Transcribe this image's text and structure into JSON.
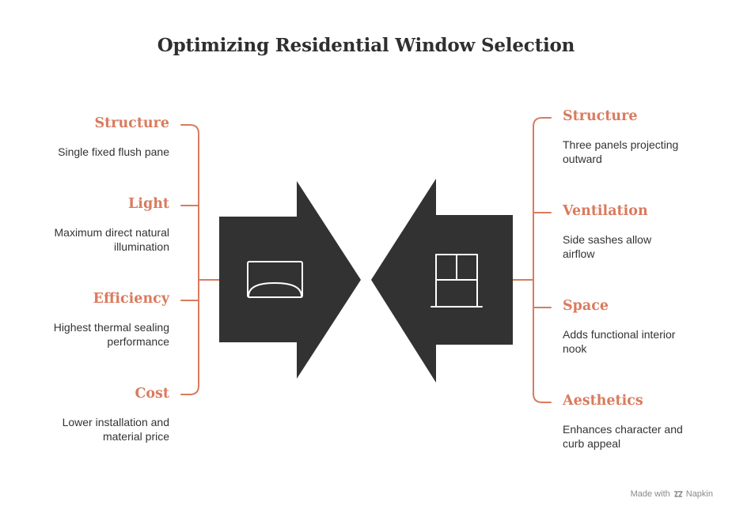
{
  "title": "Optimizing Residential Window Selection",
  "colors": {
    "accent": "#d97b5e",
    "arrow": "#323232",
    "text": "#333333"
  },
  "left": {
    "icon": "fixed-window-icon",
    "items": [
      {
        "heading": "Structure",
        "desc_lines": [
          "Single fixed flush pane"
        ]
      },
      {
        "heading": "Light",
        "desc_lines": [
          "Maximum direct natural",
          "illumination"
        ]
      },
      {
        "heading": "Efficiency",
        "desc_lines": [
          "Highest thermal sealing",
          "performance"
        ]
      },
      {
        "heading": "Cost",
        "desc_lines": [
          "Lower installation and",
          "material price"
        ]
      }
    ]
  },
  "right": {
    "icon": "bay-window-icon",
    "items": [
      {
        "heading": "Structure",
        "desc_lines": [
          "Three panels projecting",
          "outward"
        ]
      },
      {
        "heading": "Ventilation",
        "desc_lines": [
          "Side sashes allow",
          "airflow"
        ]
      },
      {
        "heading": "Space",
        "desc_lines": [
          "Adds functional interior",
          "nook"
        ]
      },
      {
        "heading": "Aesthetics",
        "desc_lines": [
          "Enhances character and",
          "curb appeal"
        ]
      }
    ]
  },
  "footer": {
    "made_with": "Made with",
    "brand": "Napkin"
  }
}
